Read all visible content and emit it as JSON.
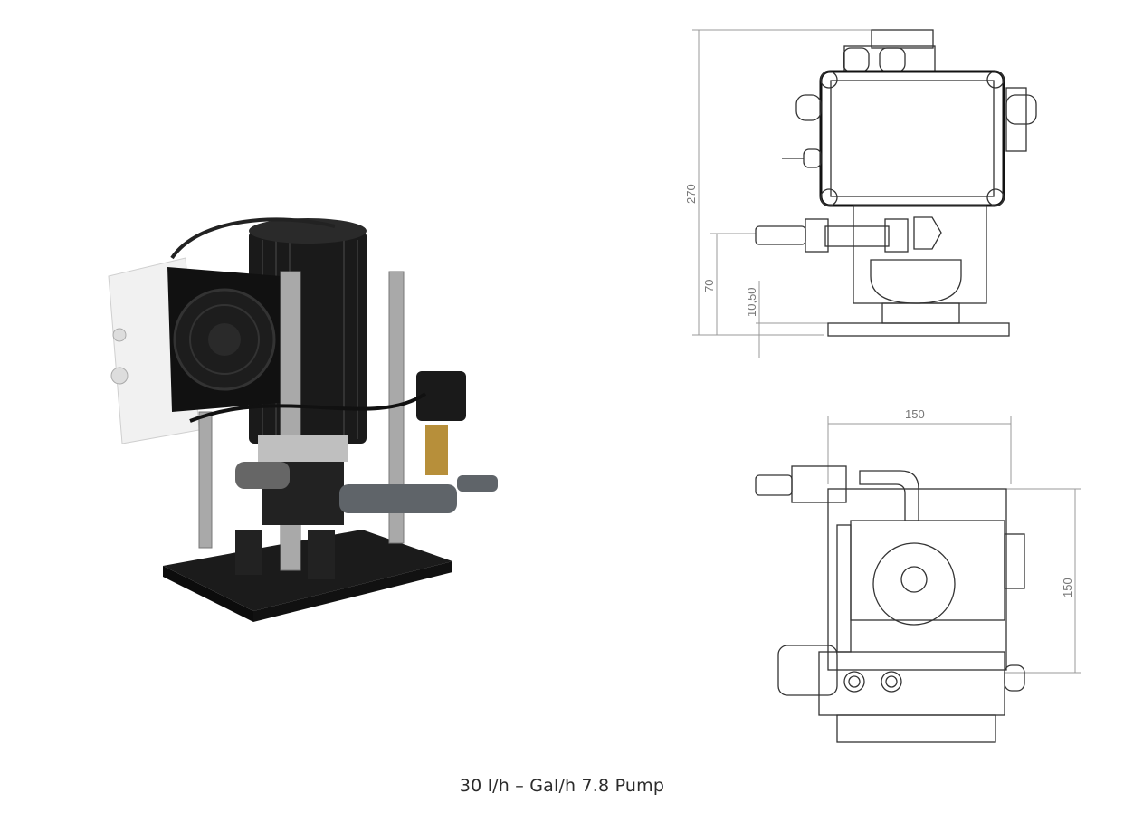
{
  "caption": "30 l/h – Gal/h 7.8 Pump",
  "front_view": {
    "dim_total_height": "270",
    "dim_outlet_height": "70",
    "dim_base_height": "10,50"
  },
  "top_view": {
    "dim_width": "150",
    "dim_depth": "150"
  }
}
